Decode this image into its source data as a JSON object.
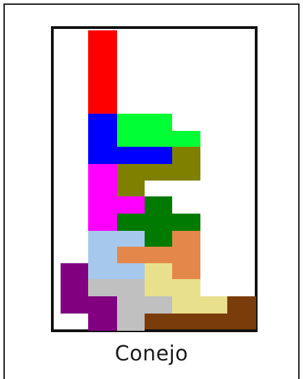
{
  "caption": "Conejo",
  "pieces": [
    {
      "id": "red",
      "color": "#ff0000"
    },
    {
      "id": "blue",
      "color": "#0000ff"
    },
    {
      "id": "light-green",
      "color": "#00ff33"
    },
    {
      "id": "olive",
      "color": "#808000"
    },
    {
      "id": "magenta",
      "color": "#ff00ff"
    },
    {
      "id": "dark-green",
      "color": "#007a00"
    },
    {
      "id": "light-blue",
      "color": "#a6c8ec"
    },
    {
      "id": "orange",
      "color": "#e3884a"
    },
    {
      "id": "khaki",
      "color": "#e8e08c"
    },
    {
      "id": "purple",
      "color": "#800080"
    },
    {
      "id": "silver",
      "color": "#c0c0c0"
    },
    {
      "id": "brown",
      "color": "#7a3c0a"
    }
  ]
}
